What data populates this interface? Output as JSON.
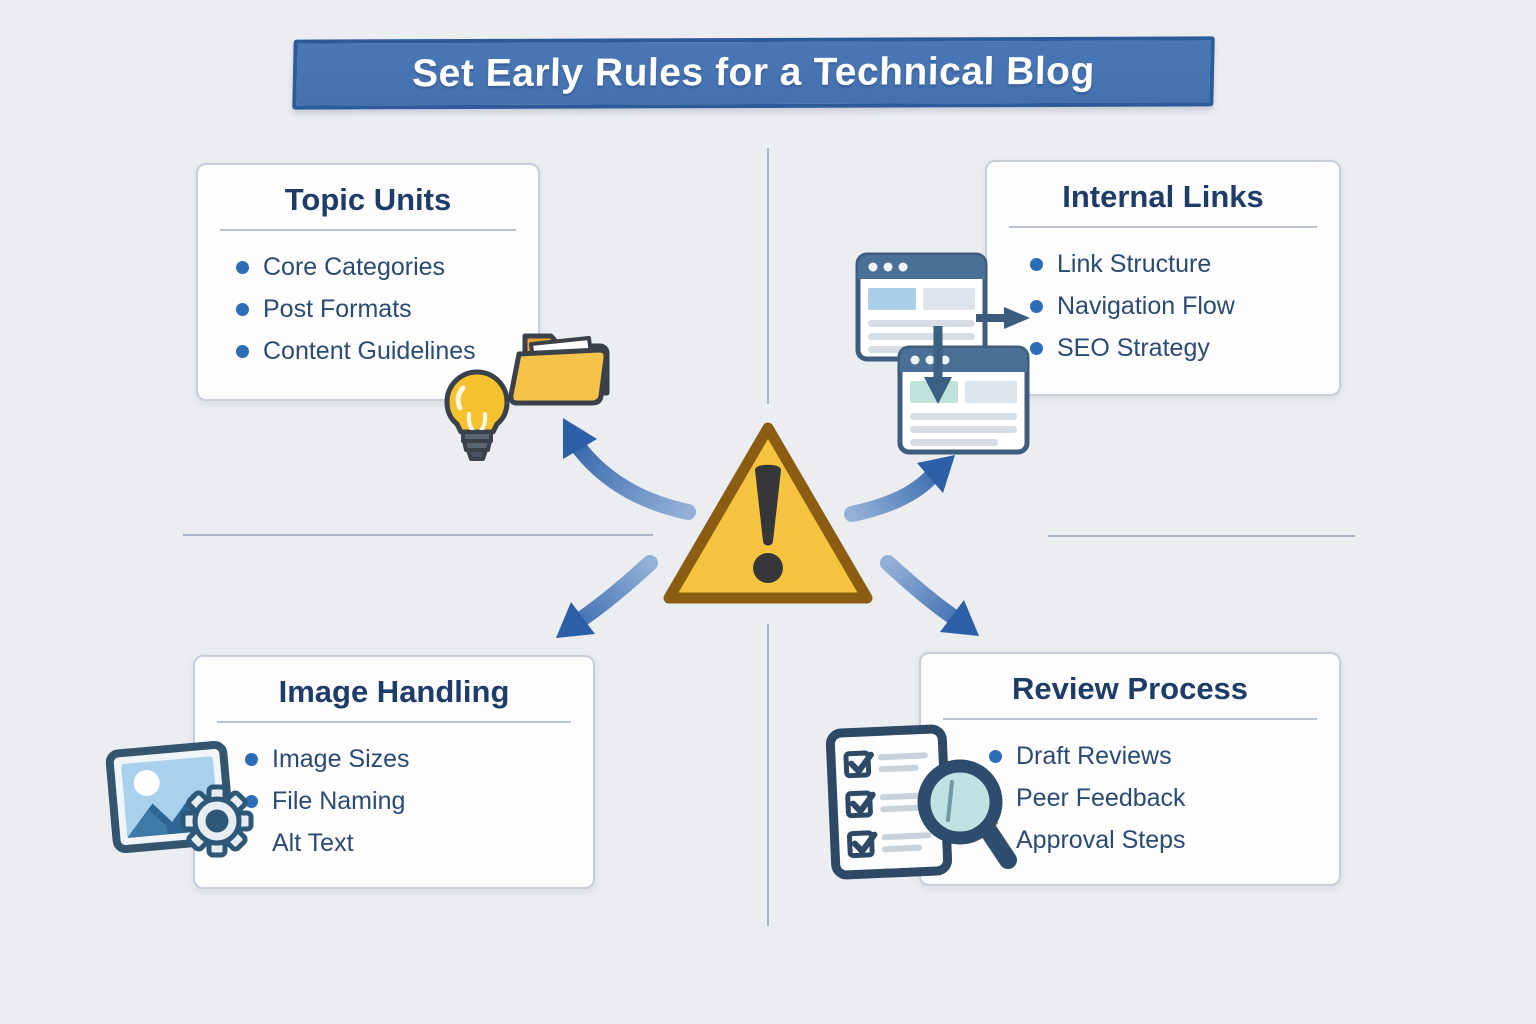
{
  "title": "Set Early Rules for a Technical Blog",
  "colors": {
    "background": "#ecedf1",
    "banner_fill": "#4471b0",
    "banner_border": "#2d5a99",
    "heading_text": "#1e3c69",
    "item_text": "#2b4a73",
    "bullet": "#2d6cb6",
    "arrow_blue": "#2c5fa6",
    "triangle_fill": "#f5c33e",
    "triangle_border": "#8a5d12",
    "exclamation": "#35363a",
    "card_border": "#c7ceda",
    "divider": "#aab4c6"
  },
  "center": {
    "icon": "warning-triangle-icon"
  },
  "cards": [
    {
      "id": "topic-units",
      "title": "Topic Units",
      "items": [
        {
          "label": "Core Categories",
          "bullet": true
        },
        {
          "label": "Post Formats",
          "bullet": true
        },
        {
          "label": "Content Guidelines",
          "bullet": true
        }
      ],
      "icons": [
        "folder-icon",
        "lightbulb-icon"
      ]
    },
    {
      "id": "internal-links",
      "title": "Internal Links",
      "items": [
        {
          "label": "Link Structure",
          "bullet": true
        },
        {
          "label": "Navigation Flow",
          "bullet": true
        },
        {
          "label": "SEO Strategy",
          "bullet": true
        }
      ],
      "icons": [
        "browser-window-icon",
        "browser-window-icon",
        "arrow-right-icon",
        "arrow-down-icon"
      ]
    },
    {
      "id": "image-handling",
      "title": "Image Handling",
      "items": [
        {
          "label": "Image Sizes",
          "bullet": true
        },
        {
          "label": "File Naming",
          "bullet": true
        },
        {
          "label": "Alt Text",
          "bullet": false
        }
      ],
      "icons": [
        "photo-icon",
        "gear-icon"
      ]
    },
    {
      "id": "review-process",
      "title": "Review Process",
      "items": [
        {
          "label": "Draft Reviews",
          "bullet": true
        },
        {
          "label": "Peer Feedback",
          "bullet": true
        },
        {
          "label": "Approval Steps",
          "bullet": true
        }
      ],
      "icons": [
        "checklist-icon",
        "magnifier-icon"
      ]
    }
  ]
}
